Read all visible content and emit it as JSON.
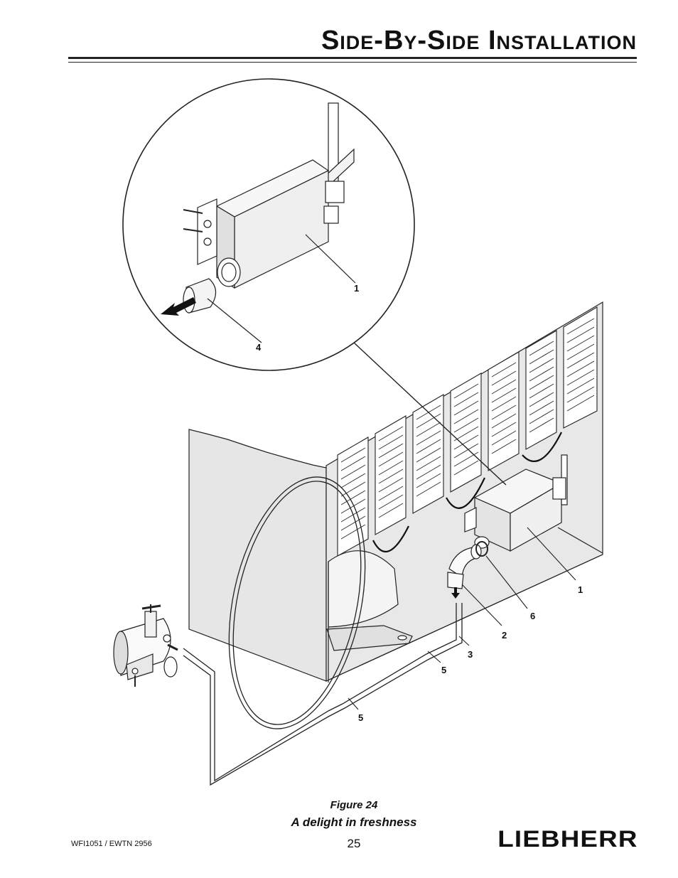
{
  "header": {
    "title": "Side-By-Side Installation"
  },
  "figure": {
    "callouts": {
      "c1_inset": "1",
      "c4": "4",
      "c1_main": "1",
      "c6": "6",
      "c2": "2",
      "c3": "3",
      "c5_a": "5",
      "c5_b": "5"
    }
  },
  "caption": {
    "label": "Figure 24",
    "text": "A delight in freshness"
  },
  "footer": {
    "doc_ref": "WFI1051 / EWTN 2956",
    "page_number": "25",
    "brand": "LIEBHERR"
  }
}
